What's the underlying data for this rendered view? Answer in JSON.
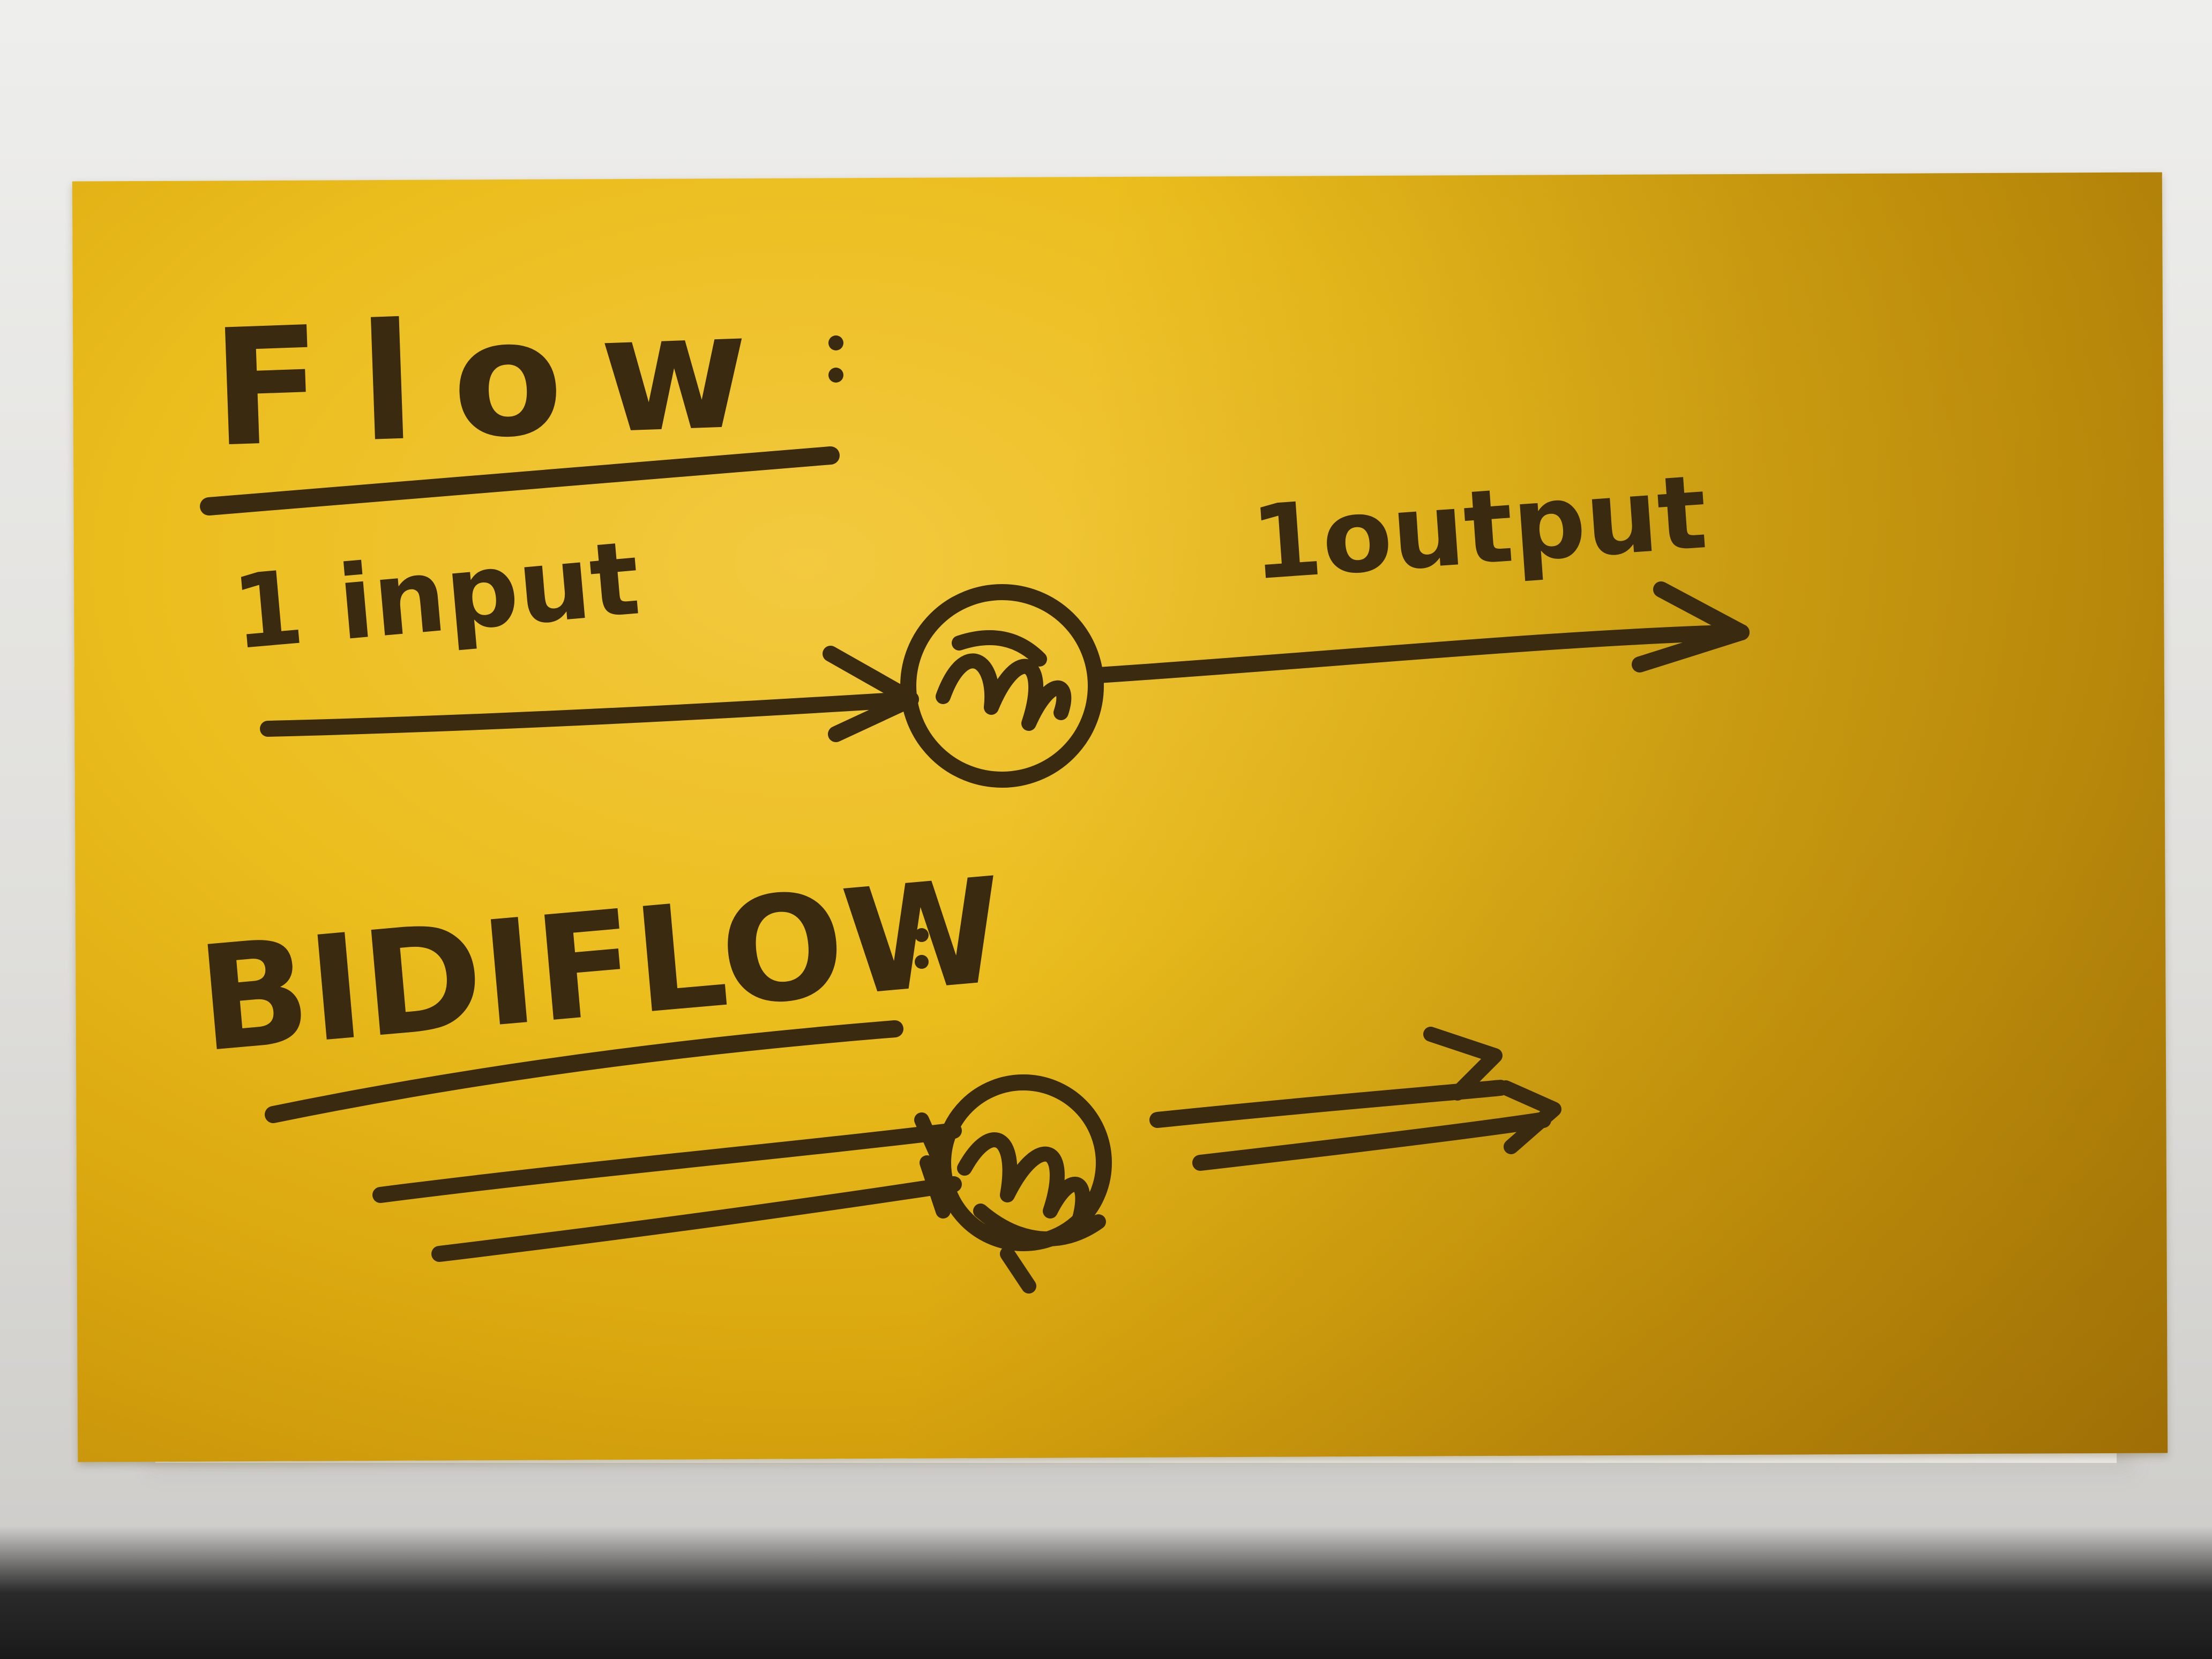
{
  "flow": {
    "title": "Flow",
    "input_label": "1 input",
    "output_label": "1output"
  },
  "bidiflow": {
    "title": "BIDIFLOW"
  },
  "colors": {
    "note": "#ebbd1d",
    "ink": "#3a2a10",
    "background": "#e8e7e4"
  }
}
